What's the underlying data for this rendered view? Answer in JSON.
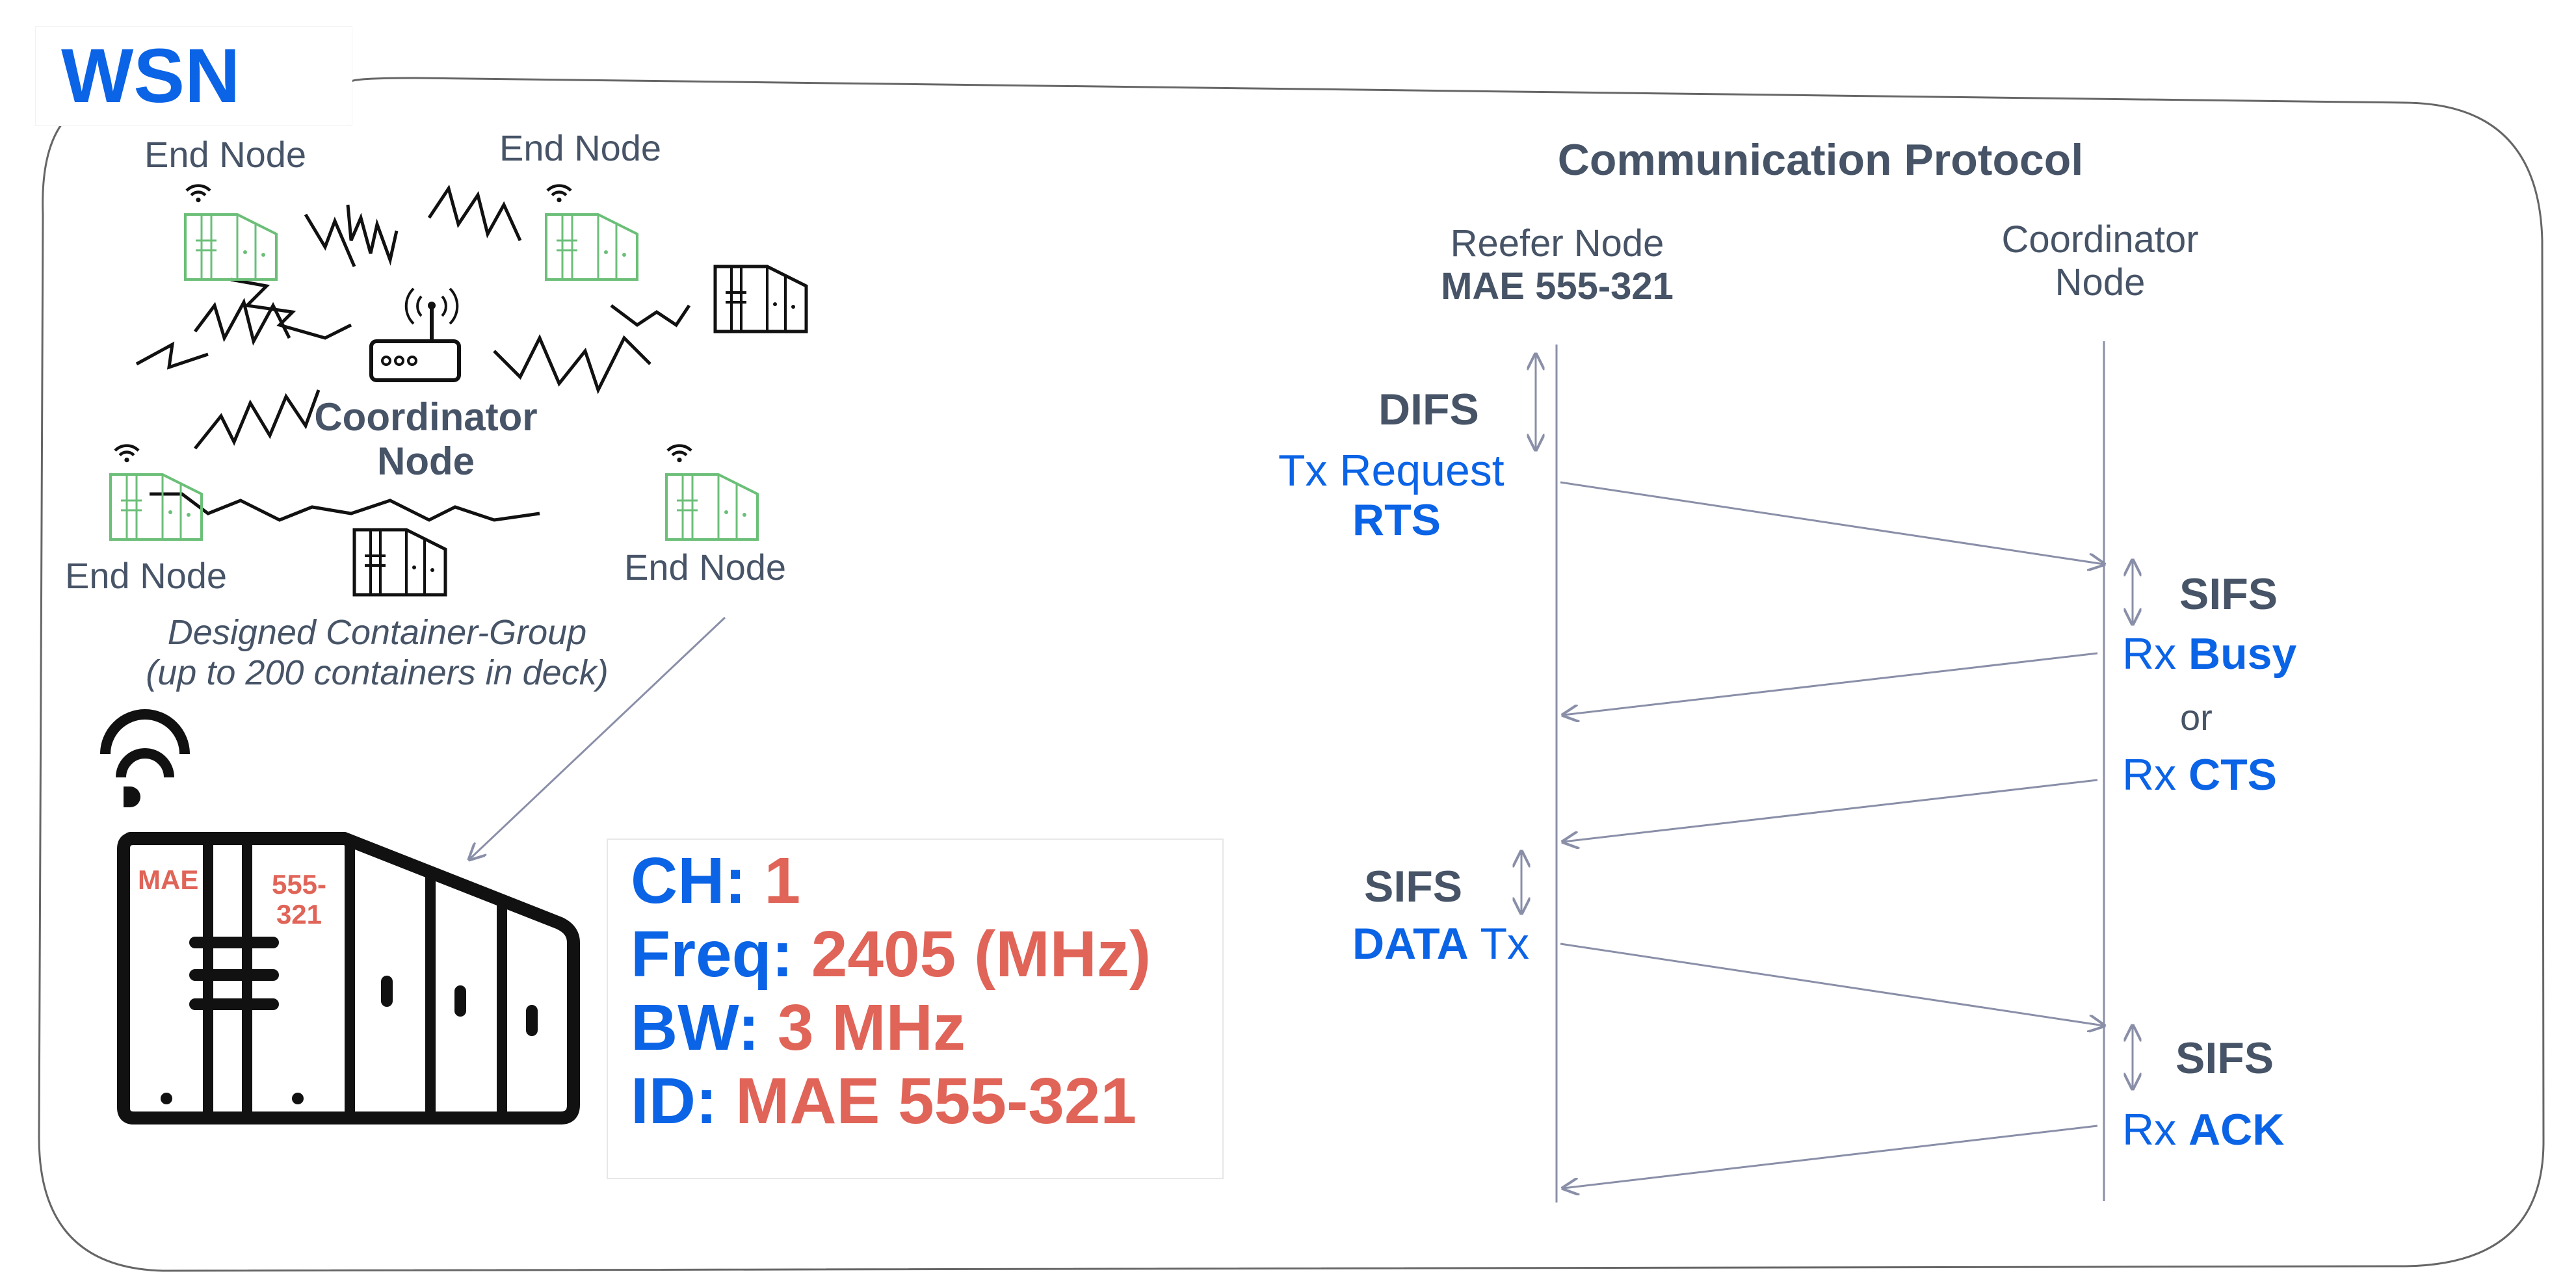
{
  "logo": {
    "text": "WSN",
    "brand_icon": "zigbee-logo-icon"
  },
  "network": {
    "end_node_label": "End Node",
    "coordinator_label": [
      "Coordinator",
      "Node"
    ],
    "caption": [
      "Designed Container-Group",
      "(up to 200 containers in deck)"
    ]
  },
  "container": {
    "label_left": "MAE",
    "label_right": [
      "555-",
      "321"
    ],
    "icon": "reefer-container-icon"
  },
  "specs": [
    {
      "key": "CH:",
      "value": "1"
    },
    {
      "key": "Freq:",
      "value": "2405 (MHz)"
    },
    {
      "key": "BW:",
      "value": "3 MHz"
    },
    {
      "key": "ID:",
      "value": "MAE 555-321"
    }
  ],
  "protocol": {
    "title": "Communication Protocol",
    "reefer_header": [
      "Reefer Node",
      "MAE 555-321"
    ],
    "coordinator_header": [
      "Coordinator",
      "Node"
    ],
    "difs": "DIFS",
    "tx_request": "Tx Request",
    "rts": "RTS",
    "sifs": "SIFS",
    "rx": "Rx",
    "busy": "Busy",
    "or": "or",
    "cts": "CTS",
    "data": "DATA",
    "tx": "Tx",
    "ack": "ACK"
  },
  "colors": {
    "blue": "#0b63e6",
    "red": "#e06458",
    "gray": "#475467",
    "green": "#6bbf78",
    "zigbee": "#e8203a"
  }
}
